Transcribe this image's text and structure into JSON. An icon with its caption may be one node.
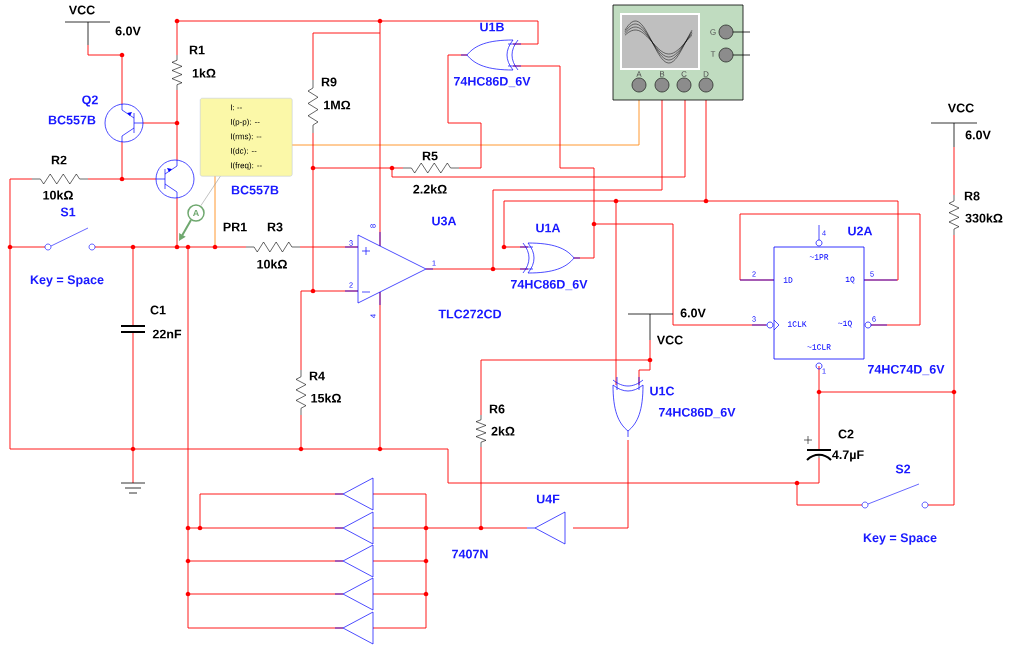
{
  "diagram": {
    "nodes": [
      {
        "text": [
          "I: --",
          "I(p-p): --",
          "I(rms): --",
          "I(dc): --",
          "I(freq): --"
        ]
      },
      {
        "text": [
          "A"
        ]
      }
    ],
    "edges": [
      {
        "from": 0,
        "to": 1,
        "arrow": "none"
      }
    ],
    "labels": [
      "VCC",
      "6.0V",
      "U1B",
      "G",
      "R1",
      "T",
      "1kΩ",
      "R9",
      "74HC86D_6V",
      "A",
      "B",
      "C",
      "D",
      "Q2",
      "1MΩ",
      "VCC",
      "BC557B",
      "6.0V",
      "R2",
      "R5",
      "10kΩ",
      "BC557B",
      "2.2kΩ",
      "R8",
      "S1",
      "PR1",
      "R3",
      "8",
      "U3A",
      "U1A",
      "4",
      "U2A",
      "330kΩ",
      "3",
      "~1PR",
      "10kΩ",
      "1",
      "Key = Space",
      "2",
      "74HC86D_6V",
      "2",
      "1D",
      "1Q",
      "5",
      "C1",
      "4",
      "TLC272CD",
      "6.0V",
      "3",
      "1CLK",
      "~1Q",
      "6",
      "22nF",
      "VCC",
      "~1CLR",
      "R4",
      "1",
      "74HC74D_6V",
      "15kΩ",
      "U1C",
      "R6",
      "74HC86D_6V",
      "2kΩ",
      "C2",
      "4.7µF",
      "S2",
      "U4F",
      "Key = Space",
      "7407N"
    ]
  }
}
